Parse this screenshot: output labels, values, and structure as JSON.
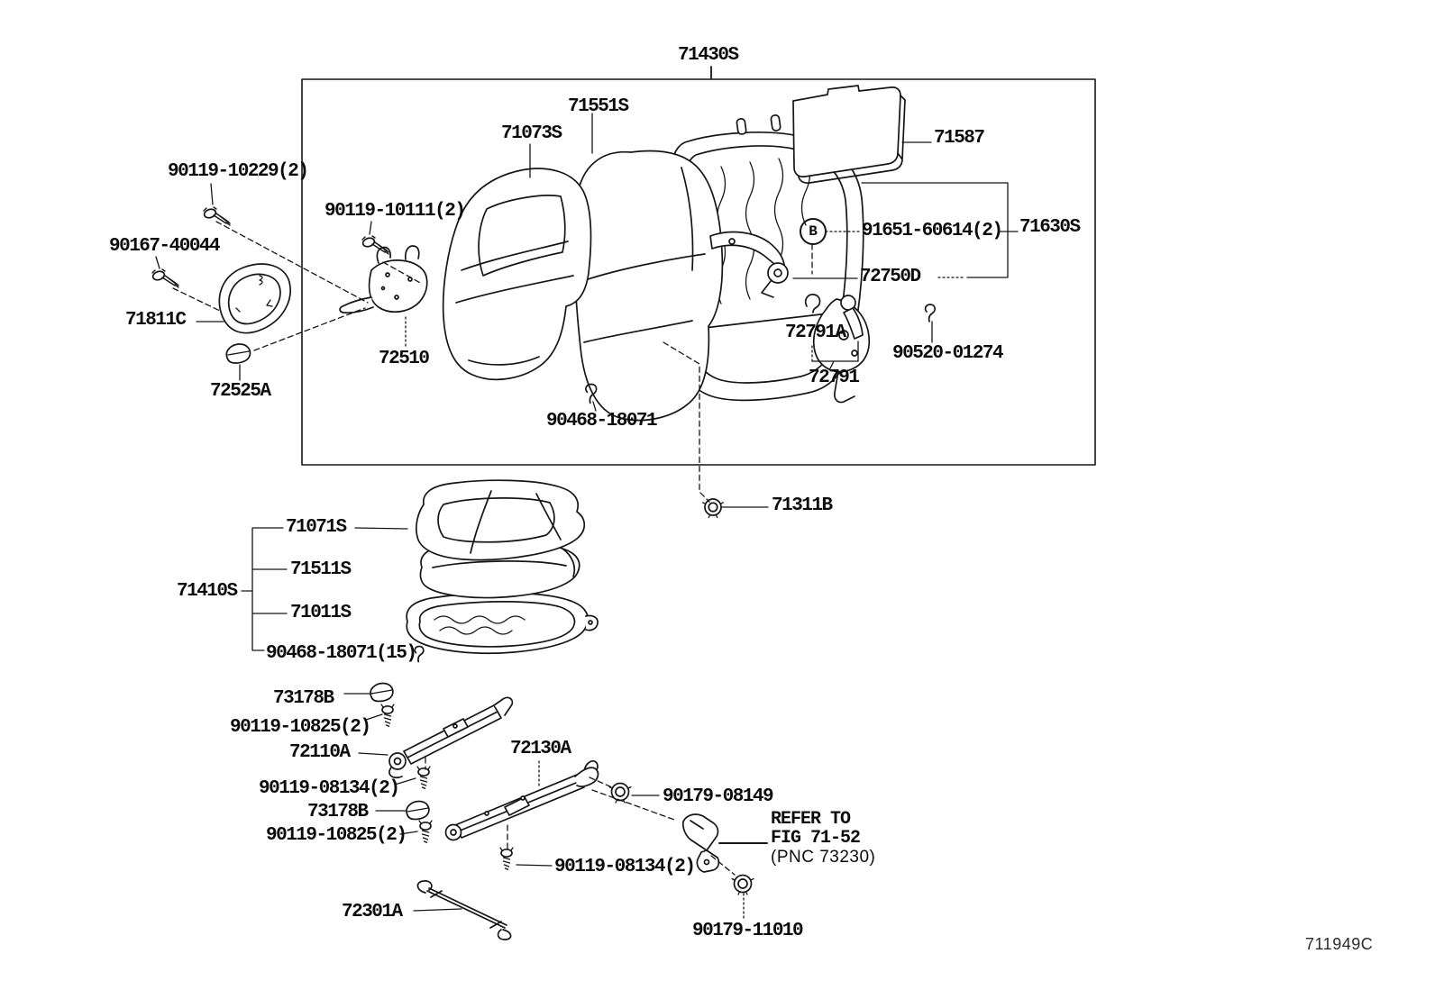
{
  "figure": {
    "code": "711949C"
  },
  "marker": {
    "b": "B"
  },
  "note": {
    "line1": "REFER TO",
    "line2": "FIG 71-52",
    "line3": "(PNC 73230)"
  },
  "labels": {
    "p71430s": "71430S",
    "p71551s": "71551S",
    "p71073s": "71073S",
    "p71587": "71587",
    "p90119_10229": "90119-10229(2)",
    "p90119_10111": "90119-10111(2)",
    "p90167_40044": "90167-40044",
    "p91651_60614": "91651-60614(2)",
    "p71630s": "71630S",
    "p72750d": "72750D",
    "p71811c": "71811C",
    "p72510": "72510",
    "p72791a": "72791A",
    "p72791": "72791",
    "p90520_01274": "90520-01274",
    "p72525a": "72525A",
    "p90468_18071": "90468-18071",
    "p71311b": "71311B",
    "p71071s": "71071S",
    "p71511s": "71511S",
    "p71410s": "71410S",
    "p71011s": "71011S",
    "p90468_18071_15": "90468-18071(15)",
    "p73178b": "73178B",
    "p90119_10825": "90119-10825(2)",
    "p72110a": "72110A",
    "p72130a": "72130A",
    "p90119_08134": "90119-08134(2)",
    "p90179_08149": "90179-08149",
    "p90179_11010": "90179-11010",
    "p72301a": "72301A"
  },
  "colors": {
    "ink": "#161616",
    "background": "#ffffff"
  }
}
